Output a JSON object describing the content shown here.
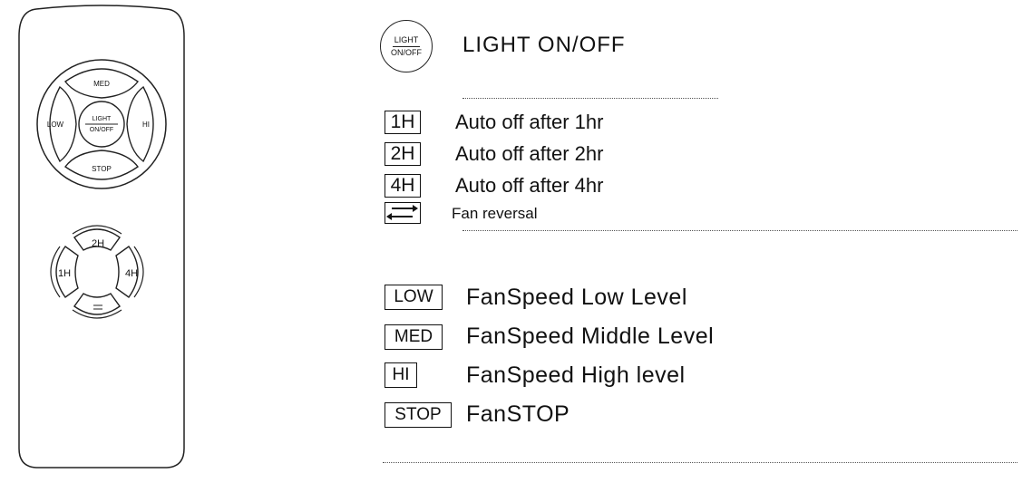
{
  "remote": {
    "light_top": "LIGHT",
    "light_bottom": "ON/OFF",
    "med": "MED",
    "low": "LOW",
    "hi": "HI",
    "stop": "STOP",
    "t2h": "2H",
    "t1h": "1H",
    "t4h": "4H"
  },
  "light": {
    "icon_top": "LIGHT",
    "icon_bottom": "ON/OFF",
    "label": "LIGHT ON/OFF"
  },
  "timers": [
    {
      "key": "1H",
      "text": "Auto off after 1hr"
    },
    {
      "key": "2H",
      "text": "Auto off after 2hr"
    },
    {
      "key": "4H",
      "text": "Auto off after 4hr"
    }
  ],
  "reversal": {
    "text": "Fan reversal",
    "icon": "fan-reversal-arrows-icon"
  },
  "speeds": [
    {
      "key": "LOW",
      "text": "FanSpeed Low Level"
    },
    {
      "key": "MED",
      "text": "FanSpeed Middle Level"
    },
    {
      "key": "HI",
      "text": "FanSpeed High level"
    },
    {
      "key": "STOP",
      "text": "FanSTOP"
    }
  ]
}
